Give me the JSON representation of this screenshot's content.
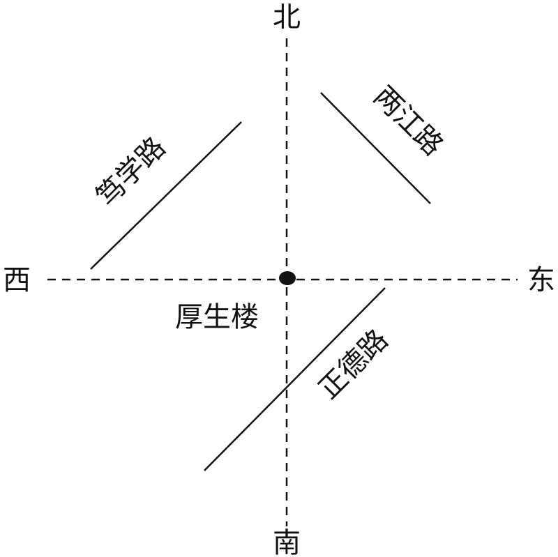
{
  "directions": {
    "north": "北",
    "south": "南",
    "east": "东",
    "west": "西"
  },
  "center_building": "厚生楼",
  "roads": {
    "northwest": "笃学路",
    "northeast": "两江路",
    "southeast": "正德路"
  },
  "colors": {
    "ink": "#111111",
    "background": "#ffffff"
  }
}
